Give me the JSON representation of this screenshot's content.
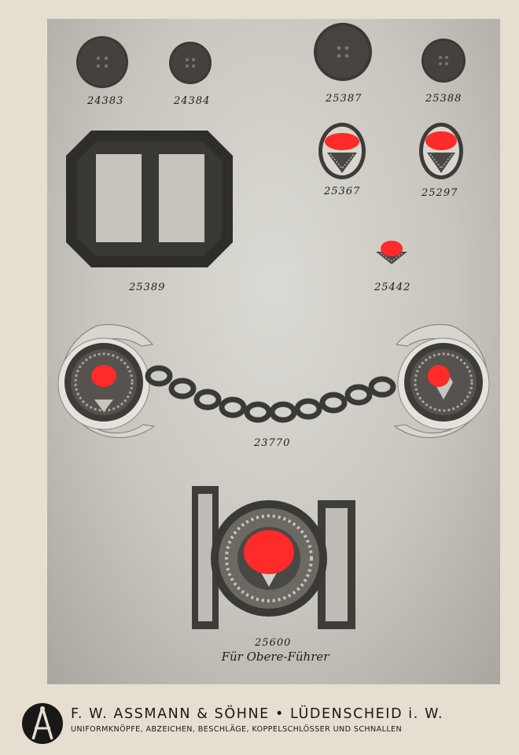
{
  "catalog": {
    "items": [
      {
        "number": "24383"
      },
      {
        "number": "24384"
      },
      {
        "number": "25387"
      },
      {
        "number": "25388"
      },
      {
        "number": "25367"
      },
      {
        "number": "25297"
      },
      {
        "number": "25389"
      },
      {
        "number": "25442"
      },
      {
        "number": "23770"
      },
      {
        "number": "25600"
      }
    ],
    "buckle_caption": "Für Obere-Führer"
  },
  "footer": {
    "firm": "F. W. ASSMANN & SÖHNE • LÜDENSCHEID i. W.",
    "tagline": "UNIFORMKNÖPFE, ABZEICHEN, BESCHLÄGE, KOPPELSCHLÖSSER UND SCHNALLEN"
  },
  "colors": {
    "paper": "#e6dfd1",
    "plate": "#c9c6bf",
    "metal_dark": "#3a3835",
    "censor_red": "#ff2a2a"
  }
}
